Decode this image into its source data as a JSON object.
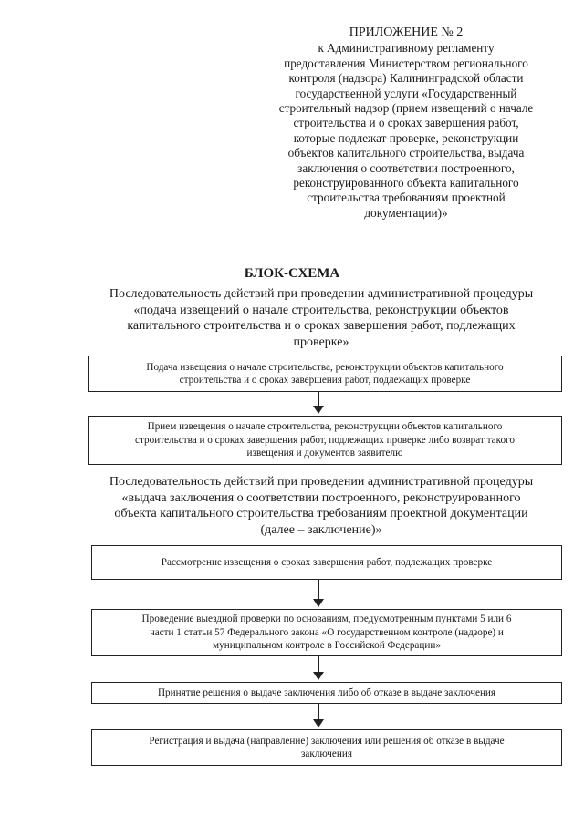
{
  "appendix": {
    "heading": "ПРИЛОЖЕНИЕ № 2",
    "lines": [
      "к Административному регламенту",
      "предоставления Министерством регионального",
      "контроля (надзора) Калининградской области",
      "государственной услуги «Государственный",
      "строительный надзор (прием извещений о начале",
      "строительства и о сроках завершения работ,",
      "которые подлежат проверке, реконструкции",
      "объектов капитального строительства, выдача",
      "заключения о соответствии построенного,",
      "реконструированного объекта капитального",
      "строительства требованиям проектной",
      "документации)»"
    ]
  },
  "title": "БЛОК-СХЕМА",
  "procedures": [
    {
      "heading_lines": [
        "Последовательность действий при проведении административной процедуры",
        "«подача извещений о начале строительства, реконструкции объектов",
        "капитального строительства и о сроках завершения работ, подлежащих",
        "проверке»"
      ],
      "steps": [
        {
          "lines": [
            "Подача извещения о начале строительства, реконструкции объектов капитального",
            "строительства и о сроках завершения работ, подлежащих проверке"
          ]
        },
        {
          "lines": [
            "Прием извещения о начале строительства, реконструкции объектов капитального",
            "строительства и о сроках завершения работ, подлежащих проверке либо возврат такого",
            "извещения и документов заявителю"
          ]
        }
      ]
    },
    {
      "heading_lines": [
        "Последовательность действий при проведении административной процедуры",
        "«выдача заключения о соответствии построенного, реконструированного",
        "объекта капитального строительства требованиям проектной документации",
        "(далее – заключение)»"
      ],
      "steps": [
        {
          "lines": [
            "Рассмотрение извещения о сроках завершения работ, подлежащих проверке"
          ]
        },
        {
          "lines": [
            "Проведение выездной проверки по основаниям, предусмотренным пунктами 5 или 6",
            "части 1 статьи 57 Федерального закона «О государственном контроле (надзоре) и",
            "муниципальном контроле в Российской    Федерации»"
          ]
        },
        {
          "lines": [
            "Принятие решения о выдаче заключения либо об отказе в выдаче заключения"
          ]
        },
        {
          "lines": [
            "Регистрация и выдача (направление) заключения или решения об отказе в выдаче",
            "заключения"
          ]
        }
      ]
    }
  ]
}
